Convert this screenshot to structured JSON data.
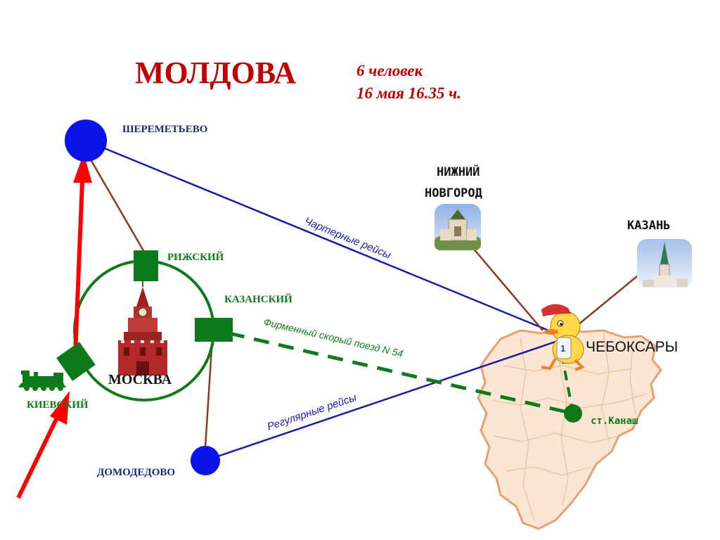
{
  "header": {
    "title": "МОЛДОВА",
    "people": "6 человек",
    "datetime": "16  мая 16.35 ч."
  },
  "nodes": {
    "sheremetyevo": "ШЕРЕМЕТЬЕВО",
    "domodedovo": "ДОМОДЕДОВО",
    "rizhsky": "РИЖСКИЙ",
    "kazansky": "КАЗАНСКИЙ",
    "kievsky": "КИЕВСКИЙ",
    "moscow": "МОСКВА",
    "nizhny_line1": "НИЖНИЙ",
    "nizhny_line2": "НОВГОРОД",
    "kazan": "КАЗАНЬ",
    "cheboksary": "ЧЕБОКСАРЫ",
    "kanash": "ст.Канаш"
  },
  "routes": {
    "charter": "Чартерные рейсы",
    "train": "Фирменный скорый поезд N 54",
    "regular": "Регулярные рейсы"
  },
  "colors": {
    "title": "#c00000",
    "subtitle": "#c00000",
    "node_blue": "#0a14e6",
    "route_blue": "#1a1aa8",
    "station_green": "#0f7a1a",
    "connector_brown": "#8b3a1a",
    "arrow_red": "#ff0000",
    "region_fill": "#fbe6d4",
    "region_border": "#e8a070"
  },
  "icons": {
    "kremlin": "kremlin-tower-icon",
    "locomotive": "locomotive-icon",
    "nn_kremlin": "nizhny-kremlin-icon",
    "kazan_tower": "kazan-tower-icon",
    "mascot": "duck-mascot-icon"
  }
}
